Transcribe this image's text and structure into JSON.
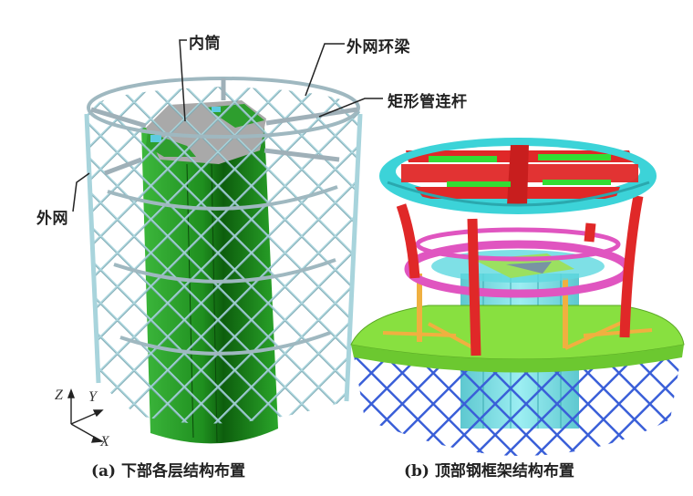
{
  "figure": {
    "panels": [
      {
        "id": "a",
        "caption": "(a) 下部各层结构布置",
        "annotations": {
          "inner_core": "内筒",
          "outer_ring_beam": "外网环梁",
          "rect_tube_link": "矩形管连杆",
          "outer_mesh": "外网"
        },
        "axes": {
          "z": "Z",
          "y": "Y",
          "x": "X"
        },
        "colors": {
          "outer_mesh": "#a8d4dc",
          "inner_core": "#2a9a2a",
          "core_top": "#a9a9a9",
          "ring_beam": "#9fb8c0"
        }
      },
      {
        "id": "b",
        "caption": "(b) 顶部钢框架结构布置",
        "colors": {
          "top_ring": "#3cd3d8",
          "roof_beams": "#e02828",
          "roof_secondary": "#33dd33",
          "columns": "#e02828",
          "mid_ring": "#e055c0",
          "struts": "#f0b040",
          "platform": "#88e040",
          "core": "#7fe0e8",
          "lower_mesh": "#3a5fd8"
        }
      }
    ]
  }
}
